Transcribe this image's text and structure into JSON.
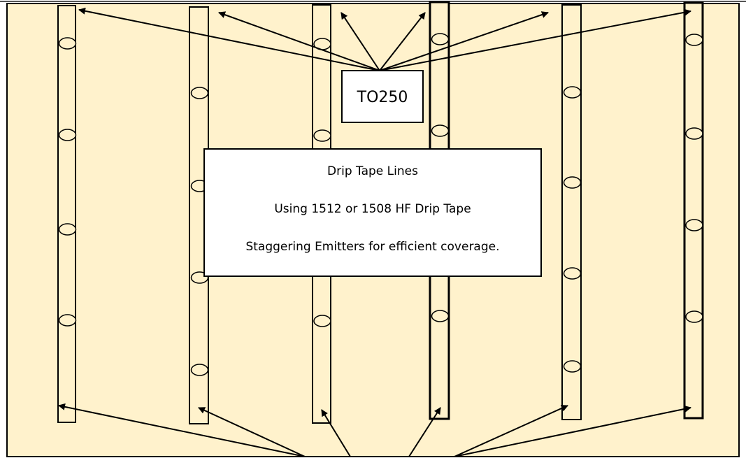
{
  "colors": {
    "background": "#FFF2CC",
    "stroke": "#000000",
    "box_fill": "#FFFFFF"
  },
  "source_box": {
    "label": "TO250"
  },
  "info_box": {
    "line1": "Drip Tape Lines",
    "line2": "Using 1512 or 1508 HF Drip Tape",
    "line3": "Staggering Emitters for efficient coverage."
  }
}
